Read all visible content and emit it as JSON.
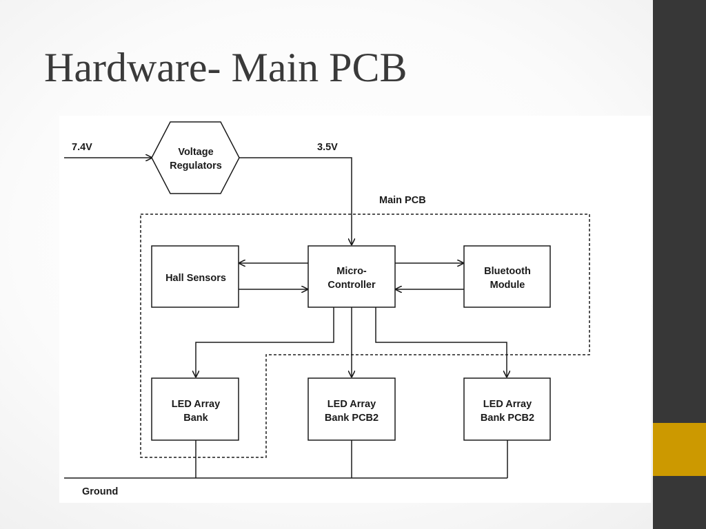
{
  "slide": {
    "title": "Hardware- Main PCB"
  },
  "colors": {
    "sidebar": "#373737",
    "accent": "#cc9900",
    "title": "#3a3a3a",
    "line": "#1a1a1a"
  },
  "diagram": {
    "labels": {
      "input_voltage": "7.4V",
      "regulated_voltage": "3.5V",
      "main_pcb": "Main PCB",
      "ground": "Ground"
    },
    "nodes": {
      "voltage_regulators": [
        "Voltage",
        "Regulators"
      ],
      "hall_sensors": [
        "Hall Sensors"
      ],
      "microcontroller": [
        "Micro-",
        "Controller"
      ],
      "bluetooth": [
        "Bluetooth",
        "Module"
      ],
      "led_bank": [
        "LED Array",
        "Bank"
      ],
      "led_pcb2_a": [
        "LED Array",
        "Bank PCB2"
      ],
      "led_pcb2_b": [
        "LED Array",
        "Bank PCB2"
      ]
    }
  }
}
